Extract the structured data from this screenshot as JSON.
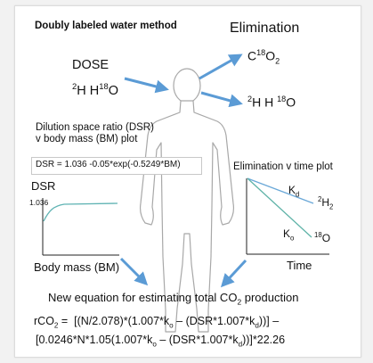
{
  "title": "Doubly labeled water method",
  "elimination": {
    "heading": "Elimination",
    "co2_html": "C<sup>18</sup>O<sub>2</sub>",
    "water_html": "<sup>2</sup>H H <sup>18</sup>O"
  },
  "dose": {
    "label": "DOSE",
    "formula_html": "<sup>2</sup>H H<sup>18</sup>O"
  },
  "dsr_plot": {
    "heading_line1": "Dilution space ratio (DSR)",
    "heading_line2": "v body mass (BM) plot",
    "equation": "DSR = 1.036 -0.05*exp(-0.5249*BM)",
    "y_label": "DSR",
    "y_tick": "1.036",
    "x_label": "Body mass (BM)"
  },
  "elim_plot": {
    "title": "Elimination v time plot",
    "kd_html": "K<sub>d</sub>",
    "kd_species_html": "<sup>2</sup>H<sub>2</sub>",
    "ko_html": "K<sub>o</sub>",
    "ko_species_html": "<sup>18</sup>O",
    "x_label": "Time"
  },
  "equation": {
    "heading_html": "New equation for estimating total CO<sub>2</sub> production",
    "line1_html": "rCO<sub>2</sub> =&nbsp; [(N/2.078)*(1.007*k<sub>o</sub> – (DSR*1.007*k<sub>d</sub>))] –",
    "line2_html": "[0.0246*N*1.05(1.007*k<sub>o</sub> – (DSR*1.007*k<sub>d</sub>))]*22.26"
  },
  "colors": {
    "arrow": "#5b9bd5",
    "body_outline": "#a8a8a8",
    "curve": "#5fb3b3",
    "line_kd": "#6aa8d8",
    "line_ko": "#5fb3a8"
  }
}
